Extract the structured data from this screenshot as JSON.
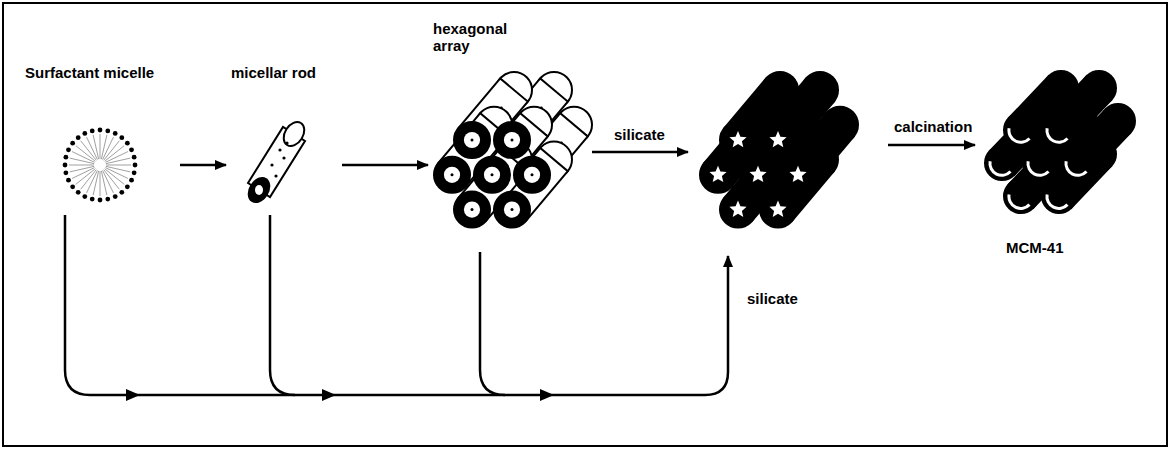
{
  "diagram": {
    "nodes": [
      {
        "text": [
          "Surfactant micelle"
        ]
      },
      {
        "text": [
          "micellar rod"
        ]
      },
      {
        "text": [
          "hexagonal array"
        ]
      },
      {
        "text": [
          "MCM-41"
        ]
      }
    ],
    "edges": [
      {
        "from": 0,
        "to": 1,
        "arrow": "to"
      },
      {
        "from": 1,
        "to": 2,
        "arrow": "to"
      }
    ],
    "labels": [
      "silicate",
      "calcination",
      "silicate"
    ]
  }
}
